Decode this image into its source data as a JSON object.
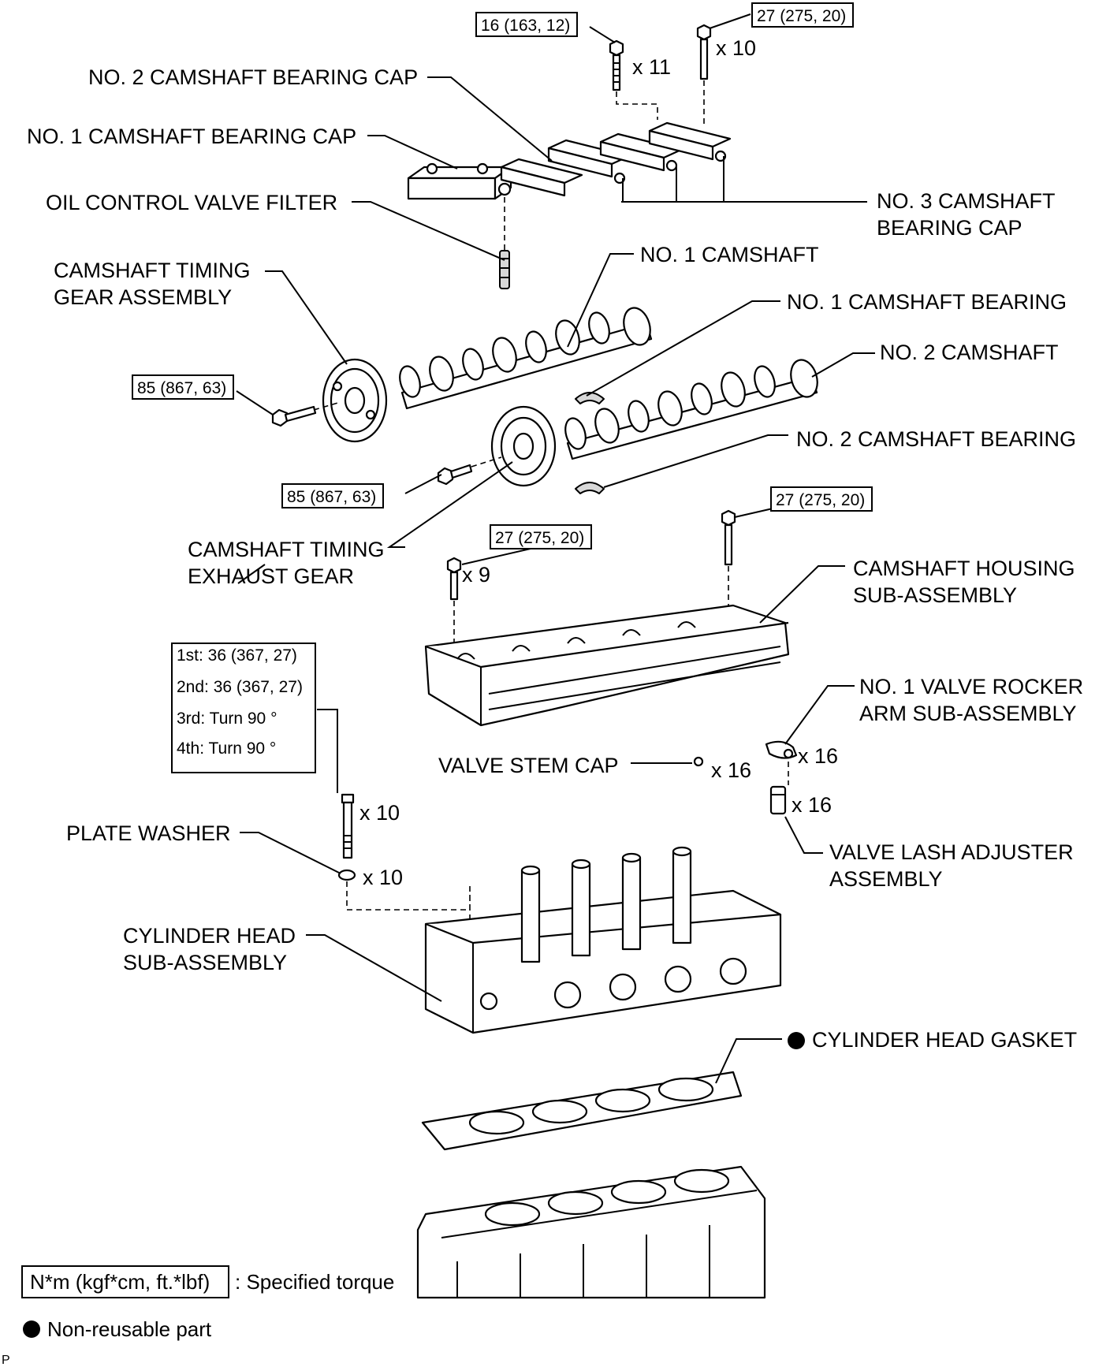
{
  "labels": {
    "no2_cam_bearing_cap": "NO. 2 CAMSHAFT BEARING CAP",
    "no1_cam_bearing_cap": "NO. 1 CAMSHAFT BEARING CAP",
    "oil_control_valve_filter": "OIL CONTROL VALVE FILTER",
    "cam_timing_gear_l1": "CAMSHAFT TIMING",
    "cam_timing_gear_l2": "GEAR ASSEMBLY",
    "no3_cam_bearing_cap_l1": "NO. 3 CAMSHAFT",
    "no3_cam_bearing_cap_l2": "BEARING CAP",
    "no1_camshaft": "NO. 1 CAMSHAFT",
    "no1_camshaft_bearing": "NO. 1 CAMSHAFT BEARING",
    "no2_camshaft": "NO. 2 CAMSHAFT",
    "no2_camshaft_bearing": "NO. 2 CAMSHAFT BEARING",
    "exhaust_gear_l1": "CAMSHAFT TIMING",
    "exhaust_gear_l2": "EXHAUST GEAR",
    "housing_l1": "CAMSHAFT HOUSING",
    "housing_l2": "SUB-ASSEMBLY",
    "rocker_l1": "NO. 1 VALVE ROCKER",
    "rocker_l2": "ARM SUB-ASSEMBLY",
    "valve_stem_cap": "VALVE STEM CAP",
    "plate_washer": "PLATE WASHER",
    "lash_adjuster_l1": "VALVE LASH ADJUSTER",
    "lash_adjuster_l2": "ASSEMBLY",
    "cyl_head_l1": "CYLINDER HEAD",
    "cyl_head_l2": "SUB-ASSEMBLY",
    "cyl_head_gasket": "CYLINDER HEAD GASKET"
  },
  "torques": {
    "t16": "16 (163, 12)",
    "t27_top": "27 (275, 20)",
    "t85_intake": "85 (867, 63)",
    "t85_exhaust": "85 (867, 63)",
    "t27_housing_right": "27 (275, 20)",
    "t27_housing_left": "27 (275, 20)"
  },
  "head_bolt_steps": [
    "1st: 36 (367, 27)",
    "2nd: 36 (367, 27)",
    "3rd:  Turn 90 °",
    "4th:  Turn 90 °"
  ],
  "counts": {
    "c11": "x 11",
    "c10_top": "x 10",
    "c9": "x 9",
    "c16_rocker": "x 16",
    "c16_stem": "x 16",
    "c16_lash": "x 16",
    "c10_bolt": "x 10",
    "c10_washer": "x 10"
  },
  "legend": {
    "torque_box": "N*m (kgf*cm, ft.*lbf)",
    "torque_text": ": Specified torque",
    "nonreusable_text": "Non-reusable part"
  },
  "corner_mark": "P",
  "colors": {
    "ink": "#000000",
    "paper": "#ffffff"
  }
}
